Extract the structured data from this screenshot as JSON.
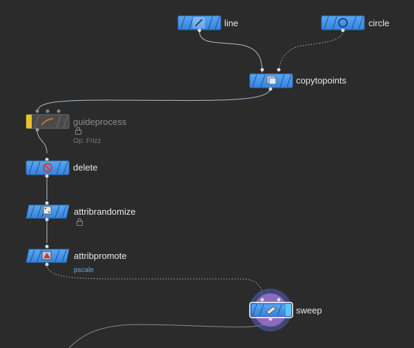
{
  "nodes": {
    "line": {
      "label": "line"
    },
    "circle": {
      "label": "circle"
    },
    "copytopoints": {
      "label": "copytopoints"
    },
    "guideprocess": {
      "label": "guideprocess",
      "subtitle": "Op: Frizz",
      "bypassed": true,
      "locked": true
    },
    "delete": {
      "label": "delete"
    },
    "attribrandomize": {
      "label": "attribrandomize",
      "locked": true
    },
    "attribpromote": {
      "label": "attribpromote",
      "subtitle": "pscale"
    },
    "sweep": {
      "label": "sweep",
      "display_flag": true
    }
  },
  "colors": {
    "background": "#2b2b2b",
    "node_blue": "#3f8fe6",
    "node_blue_light": "#6cb3ff",
    "wire": "#9dbbd6",
    "bypass_yellow": "#e8c22c",
    "display_ring": "#5a4fa8",
    "selection_outline": "#ffffff"
  }
}
